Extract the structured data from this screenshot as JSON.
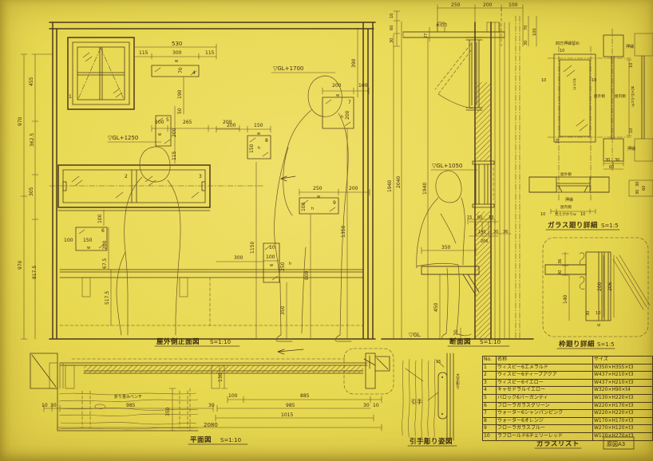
{
  "colors": {
    "paper": "#e8d951",
    "ink": "#4c3b1d",
    "hatch_orange": "#b36a1e"
  },
  "titles": {
    "elevation": {
      "name": "屋外側正面図",
      "scale": "S=1:10"
    },
    "section": {
      "name": "断面図",
      "scale": "S=1:10"
    },
    "plan": {
      "name": "平面図",
      "scale": "S=1:10"
    },
    "handle": {
      "name": "引手彫り姿図"
    },
    "glass_detail": {
      "name": "ガラス廻り詳細",
      "scale": "S=1:5"
    },
    "frame_detail": {
      "name": "枠廻り詳細",
      "scale": "S=1:5"
    },
    "glass_list": {
      "name": "ガラスリスト",
      "sheet": "原図A3"
    }
  },
  "annotations": {
    "gl1700": "▽GL+1700",
    "gl1250": "▽GL+1250",
    "gl1050": "▽GL+1050",
    "gl": "▽GL",
    "mizukiri": "水切り",
    "bench": "折り畳みベンチ",
    "hikite": "引手",
    "tehori": "大手彫り",
    "shiho": "四方押縁留め",
    "glass": "ガラス",
    "outdoor": "屋外側",
    "indoor": "屋内側",
    "oshibuchi": "押縁",
    "mw": "見えがかりw",
    "mh": "見えがかりh",
    "w": "w",
    "h": "h"
  },
  "nums": [
    "1",
    "2",
    "3",
    "4",
    "5",
    "6",
    "7",
    "8",
    "9",
    "10"
  ],
  "dims": {
    "elev_top": [
      "530",
      "115",
      "300",
      "115"
    ],
    "elev_left": [
      "455",
      "362.5",
      "305",
      "817.5",
      "970",
      "970"
    ],
    "b4": [
      "70",
      "190",
      "50"
    ],
    "mid": [
      "100",
      "265",
      "200"
    ],
    "b5": [
      "200",
      "115"
    ],
    "b7": [
      "200",
      "100",
      "390",
      "200"
    ],
    "b8": [
      "200",
      "150",
      "150"
    ],
    "b9": [
      "250",
      "200",
      "100",
      "1350"
    ],
    "b10": [
      "100",
      "250",
      "300",
      "1150",
      "350",
      "800"
    ],
    "b6": [
      "100",
      "150",
      "100"
    ],
    "bench": [
      "200",
      "67.5",
      "517.5"
    ],
    "sec_top": [
      "250",
      "200",
      "100",
      "27"
    ],
    "sec_small_l": [
      "10",
      "60",
      "30"
    ],
    "sec_small_r": [
      "70",
      "100",
      "30"
    ],
    "sec_chain": [
      "2040",
      "1940",
      "1940"
    ],
    "sec_mid": [
      "15",
      "60",
      "13",
      "140",
      "30",
      "36",
      "206"
    ],
    "sec_low": [
      "350",
      "450",
      "70"
    ],
    "gd": [
      "10",
      "10",
      "10",
      "10",
      "30",
      "30",
      "60",
      "10",
      "10",
      "30",
      "30",
      "60",
      "10",
      "10"
    ],
    "fd": [
      "36",
      "30",
      "140",
      "200",
      "206",
      "30",
      "10",
      "6"
    ],
    "plan_l": [
      "10",
      "30",
      "985",
      "350"
    ],
    "plan_r": [
      "130",
      "100",
      "885",
      "30",
      "985",
      "30",
      "10",
      "1015",
      "2080"
    ],
    "handle": [
      "15"
    ]
  },
  "glass_list": {
    "columns": [
      "No.",
      "名称",
      "サイズ"
    ],
    "rows": [
      [
        "1",
        "ウィスピー6エメラルド",
        "W350×H355×t3"
      ],
      [
        "2",
        "ウィスピー6ディープアクア",
        "W437×H210×t3"
      ],
      [
        "3",
        "ウィスピー6イエロー",
        "W437×H210×t3"
      ],
      [
        "4",
        "キャセドラルイエロー",
        "W320×H90×t4"
      ],
      [
        "5",
        "バロック6バーガンディ",
        "W130×H220×t3"
      ],
      [
        "6",
        "フローラガラスグリーン",
        "W220×H170×t3"
      ],
      [
        "7",
        "ウォーター6シャンパンピンク",
        "W220×H220×t3"
      ],
      [
        "8",
        "ウォーター6オレンジ",
        "W170×H170×t3"
      ],
      [
        "9",
        "フローラガラスブルー",
        "W270×H120×t3"
      ],
      [
        "10",
        "ラフロールド6チェリーレッド",
        "W120×H270×t3"
      ]
    ]
  }
}
